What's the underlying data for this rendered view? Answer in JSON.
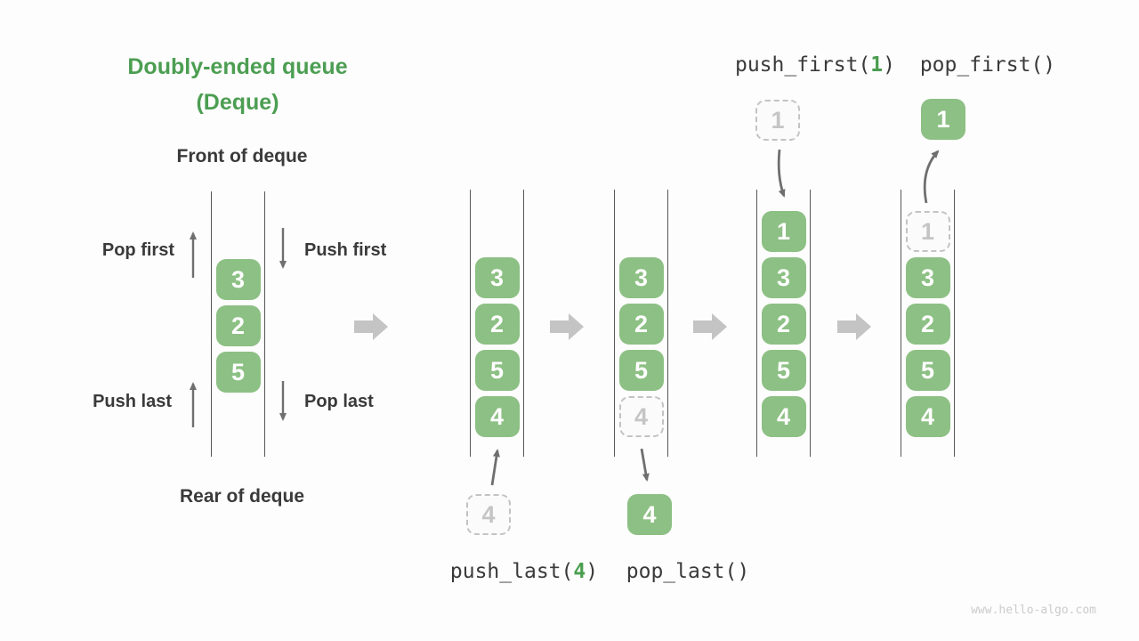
{
  "title": {
    "line1": "Doubly-ended queue",
    "line2": "(Deque)"
  },
  "left_diagram": {
    "front_label": "Front of deque",
    "rear_label": "Rear of deque",
    "pop_first_label": "Pop first",
    "push_first_label": "Push first",
    "push_last_label": "Push last",
    "pop_last_label": "Pop last",
    "start_slot": 1,
    "cells": [
      {
        "value": "3",
        "variant": "solid"
      },
      {
        "value": "2",
        "variant": "solid"
      },
      {
        "value": "5",
        "variant": "solid"
      }
    ]
  },
  "states": [
    {
      "name": "after-push-last",
      "start_slot": 1,
      "cells": [
        {
          "value": "3",
          "variant": "solid"
        },
        {
          "value": "2",
          "variant": "solid"
        },
        {
          "value": "5",
          "variant": "solid"
        },
        {
          "value": "4",
          "variant": "solid"
        }
      ]
    },
    {
      "name": "after-pop-last",
      "start_slot": 1,
      "cells": [
        {
          "value": "3",
          "variant": "solid"
        },
        {
          "value": "2",
          "variant": "solid"
        },
        {
          "value": "5",
          "variant": "solid"
        },
        {
          "value": "4",
          "variant": "dashed"
        }
      ]
    },
    {
      "name": "after-push-first",
      "start_slot": 0,
      "cells": [
        {
          "value": "1",
          "variant": "solid"
        },
        {
          "value": "3",
          "variant": "solid"
        },
        {
          "value": "2",
          "variant": "solid"
        },
        {
          "value": "5",
          "variant": "solid"
        },
        {
          "value": "4",
          "variant": "solid"
        }
      ]
    },
    {
      "name": "after-pop-first",
      "start_slot": 0,
      "cells": [
        {
          "value": "1",
          "variant": "dashed"
        },
        {
          "value": "3",
          "variant": "solid"
        },
        {
          "value": "2",
          "variant": "solid"
        },
        {
          "value": "5",
          "variant": "solid"
        },
        {
          "value": "4",
          "variant": "solid"
        }
      ]
    }
  ],
  "operations": {
    "push_last": {
      "prefix": "push_last(",
      "arg": "4",
      "suffix": ")"
    },
    "pop_last": {
      "prefix": "pop_last()",
      "arg": "",
      "suffix": ""
    },
    "push_first": {
      "prefix": "push_first(",
      "arg": "1",
      "suffix": ")"
    },
    "pop_first": {
      "prefix": "pop_first()",
      "arg": "",
      "suffix": ""
    }
  },
  "floating_cells": {
    "push_last_source": {
      "value": "4",
      "variant": "dashed"
    },
    "pop_last_result": {
      "value": "4",
      "variant": "solid"
    },
    "push_first_source": {
      "value": "1",
      "variant": "dashed"
    },
    "pop_first_result": {
      "value": "1",
      "variant": "solid"
    }
  },
  "icons": {
    "transition_arrow": "block-arrow-right",
    "pop_first_arrow": "thin-arrow-up",
    "push_first_arrow": "thin-arrow-down",
    "push_last_arrow": "thin-arrow-up",
    "pop_last_arrow": "thin-arrow-down"
  },
  "colors": {
    "background": "#fdfdfd",
    "title_green": "#4c9e52",
    "box_green": "#8dc084",
    "box_text": "#ffffff",
    "dashed_border": "#c3c3c3",
    "dashed_text": "#c5c5c5",
    "channel_line": "#575757",
    "label_dark": "#3a3a3a",
    "code_green": "#4a9e50",
    "thin_arrow_gray": "#6f6f6f",
    "block_arrow_gray": "#c4c4c4",
    "watermark_gray": "#cbcbcb"
  },
  "watermark": "www.hello-algo.com"
}
